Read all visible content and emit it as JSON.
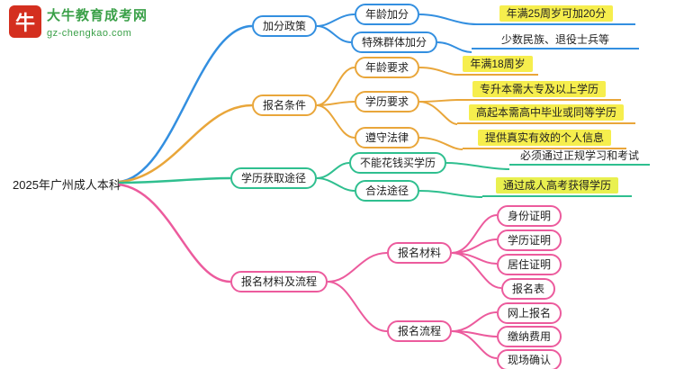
{
  "logo": {
    "icon": "bull-icon",
    "icon_text": "牛",
    "brand": "大牛教育成考网",
    "domain": "gz-chengkao.com"
  },
  "root": {
    "label": "2025年广州成人本科"
  },
  "colors": {
    "blue": "#338fe0",
    "orange": "#e9a63a",
    "green": "#2fbf8f",
    "pink": "#ec5b9d",
    "highlight": "#f6ee4d"
  },
  "branches": [
    {
      "label": "加分政策",
      "children": [
        {
          "label": "年龄加分",
          "leaves": [
            {
              "text": "年满25周岁可加20分"
            }
          ]
        },
        {
          "label": "特殊群体加分",
          "leaves": [
            {
              "text": "少数民族、退役士兵等"
            }
          ]
        }
      ]
    },
    {
      "label": "报名条件",
      "children": [
        {
          "label": "年龄要求",
          "leaves": [
            {
              "text": "年满18周岁"
            }
          ]
        },
        {
          "label": "学历要求",
          "leaves": [
            {
              "text": "专升本需大专及以上学历"
            },
            {
              "text": "高起本需高中毕业或同等学历"
            }
          ]
        },
        {
          "label": "遵守法律",
          "leaves": [
            {
              "text": "提供真实有效的个人信息"
            }
          ]
        }
      ]
    },
    {
      "label": "学历获取途径",
      "children": [
        {
          "label": "不能花钱买学历",
          "leaves": [
            {
              "text": "必须通过正规学习和考试"
            }
          ]
        },
        {
          "label": "合法途径",
          "leaves": [
            {
              "text": "通过成人高考获得学历"
            }
          ]
        }
      ]
    },
    {
      "label": "报名材料及流程",
      "children": [
        {
          "label": "报名材料",
          "leaves": [
            {
              "text": "身份证明"
            },
            {
              "text": "学历证明"
            },
            {
              "text": "居住证明"
            },
            {
              "text": "报名表"
            }
          ]
        },
        {
          "label": "报名流程",
          "leaves": [
            {
              "text": "网上报名"
            },
            {
              "text": "缴纳费用"
            },
            {
              "text": "现场确认"
            }
          ]
        }
      ]
    }
  ]
}
